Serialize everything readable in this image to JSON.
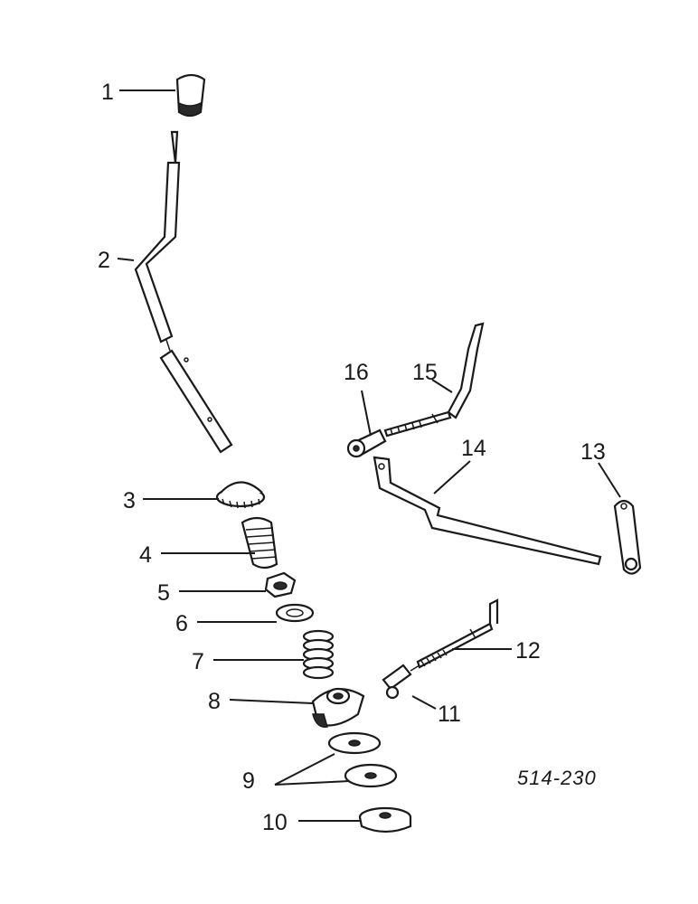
{
  "callouts": [
    {
      "id": "1",
      "label": "1"
    },
    {
      "id": "2",
      "label": "2"
    },
    {
      "id": "3",
      "label": "3"
    },
    {
      "id": "4",
      "label": "4"
    },
    {
      "id": "5",
      "label": "5"
    },
    {
      "id": "6",
      "label": "6"
    },
    {
      "id": "7",
      "label": "7"
    },
    {
      "id": "8",
      "label": "8"
    },
    {
      "id": "9",
      "label": "9"
    },
    {
      "id": "10",
      "label": "10"
    },
    {
      "id": "11",
      "label": "11"
    },
    {
      "id": "12",
      "label": "12"
    },
    {
      "id": "13",
      "label": "13"
    },
    {
      "id": "14",
      "label": "14"
    },
    {
      "id": "15",
      "label": "15"
    },
    {
      "id": "16",
      "label": "16"
    }
  ],
  "reference_number": "514-230",
  "colors": {
    "ink": "#1a1a1a",
    "background": "#ffffff"
  }
}
